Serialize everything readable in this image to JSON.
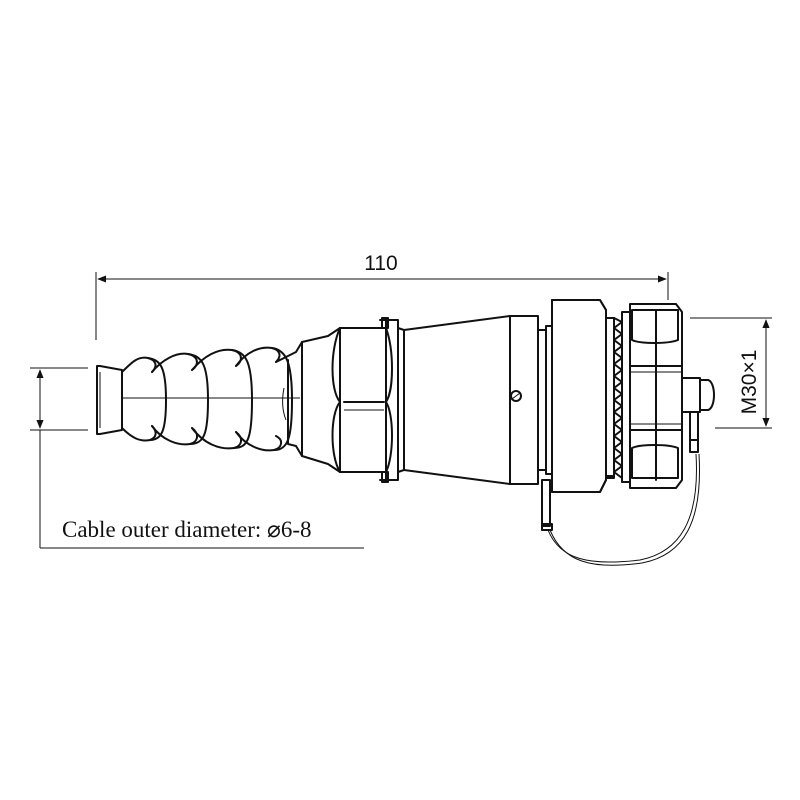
{
  "dimensions": {
    "length": "110",
    "thread": "M30×1",
    "cable_note": "Cable outer diameter: ⌀6-8"
  },
  "colors": {
    "line": "#111111",
    "background": "#ffffff"
  }
}
